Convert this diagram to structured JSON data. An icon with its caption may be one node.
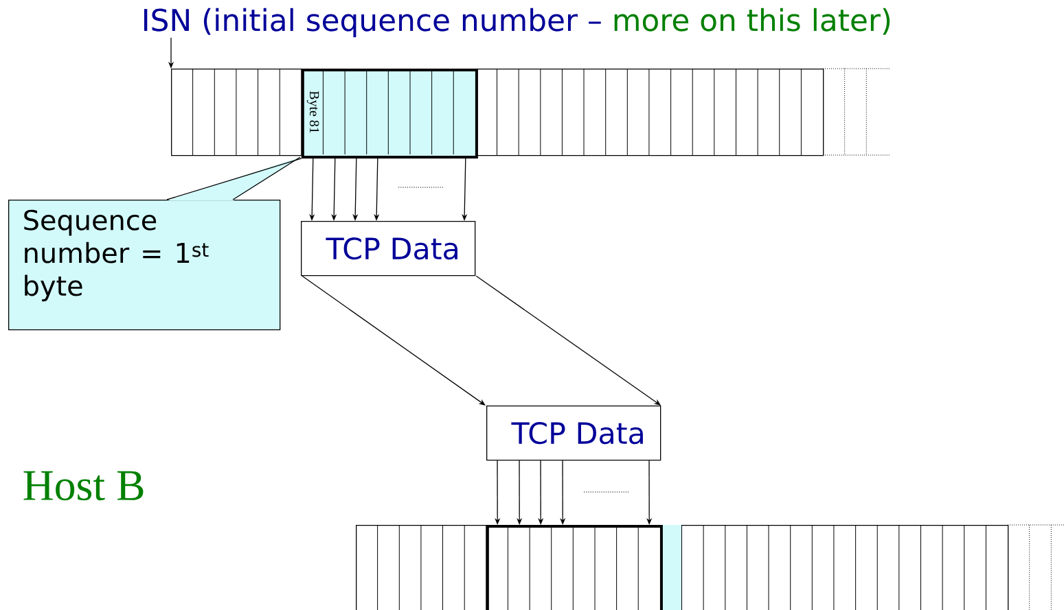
{
  "diagram": {
    "nodes": [
      {
        "text": [
          "ISN (initial sequence number –",
          "more on this later)"
        ]
      },
      {
        "text": [],
        "shape": "bar"
      },
      {
        "text": [
          "Byte 81"
        ],
        "in": 1
      },
      {
        "text": [
          "Sequence number = 1$^{st}$ byte"
        ]
      },
      {
        "text": [
          "TCP Data"
        ]
      },
      {
        "text": [
          "TCP Data"
        ]
      },
      {
        "text": [],
        "shape": "bar"
      },
      {
        "text": [],
        "shape": "box",
        "in": 6
      }
    ],
    "edges": [
      {
        "from": 0,
        "to": 1,
        "arrow": "to"
      },
      {
        "from": 3,
        "to": 2,
        "arrow": "none"
      },
      {
        "from": 2,
        "to": 4,
        "arrow": "to"
      },
      {
        "from": 2,
        "to": 4,
        "arrow": "to"
      },
      {
        "from": 2,
        "to": 4,
        "arrow": "to"
      },
      {
        "from": 2,
        "to": 4,
        "arrow": "to"
      },
      {
        "from": 2,
        "to": 4,
        "arrow": "to"
      },
      {
        "from": 4,
        "to": 5,
        "arrow": "to"
      },
      {
        "from": 4,
        "to": 5,
        "arrow": "to"
      },
      {
        "from": 5,
        "to": 7,
        "arrow": "to"
      },
      {
        "from": 5,
        "to": 7,
        "arrow": "to"
      },
      {
        "from": 5,
        "to": 7,
        "arrow": "to"
      },
      {
        "from": 5,
        "to": 7,
        "arrow": "to"
      },
      {
        "from": 5,
        "to": 7,
        "arrow": "to"
      }
    ],
    "labels": [
      "Host B"
    ]
  }
}
